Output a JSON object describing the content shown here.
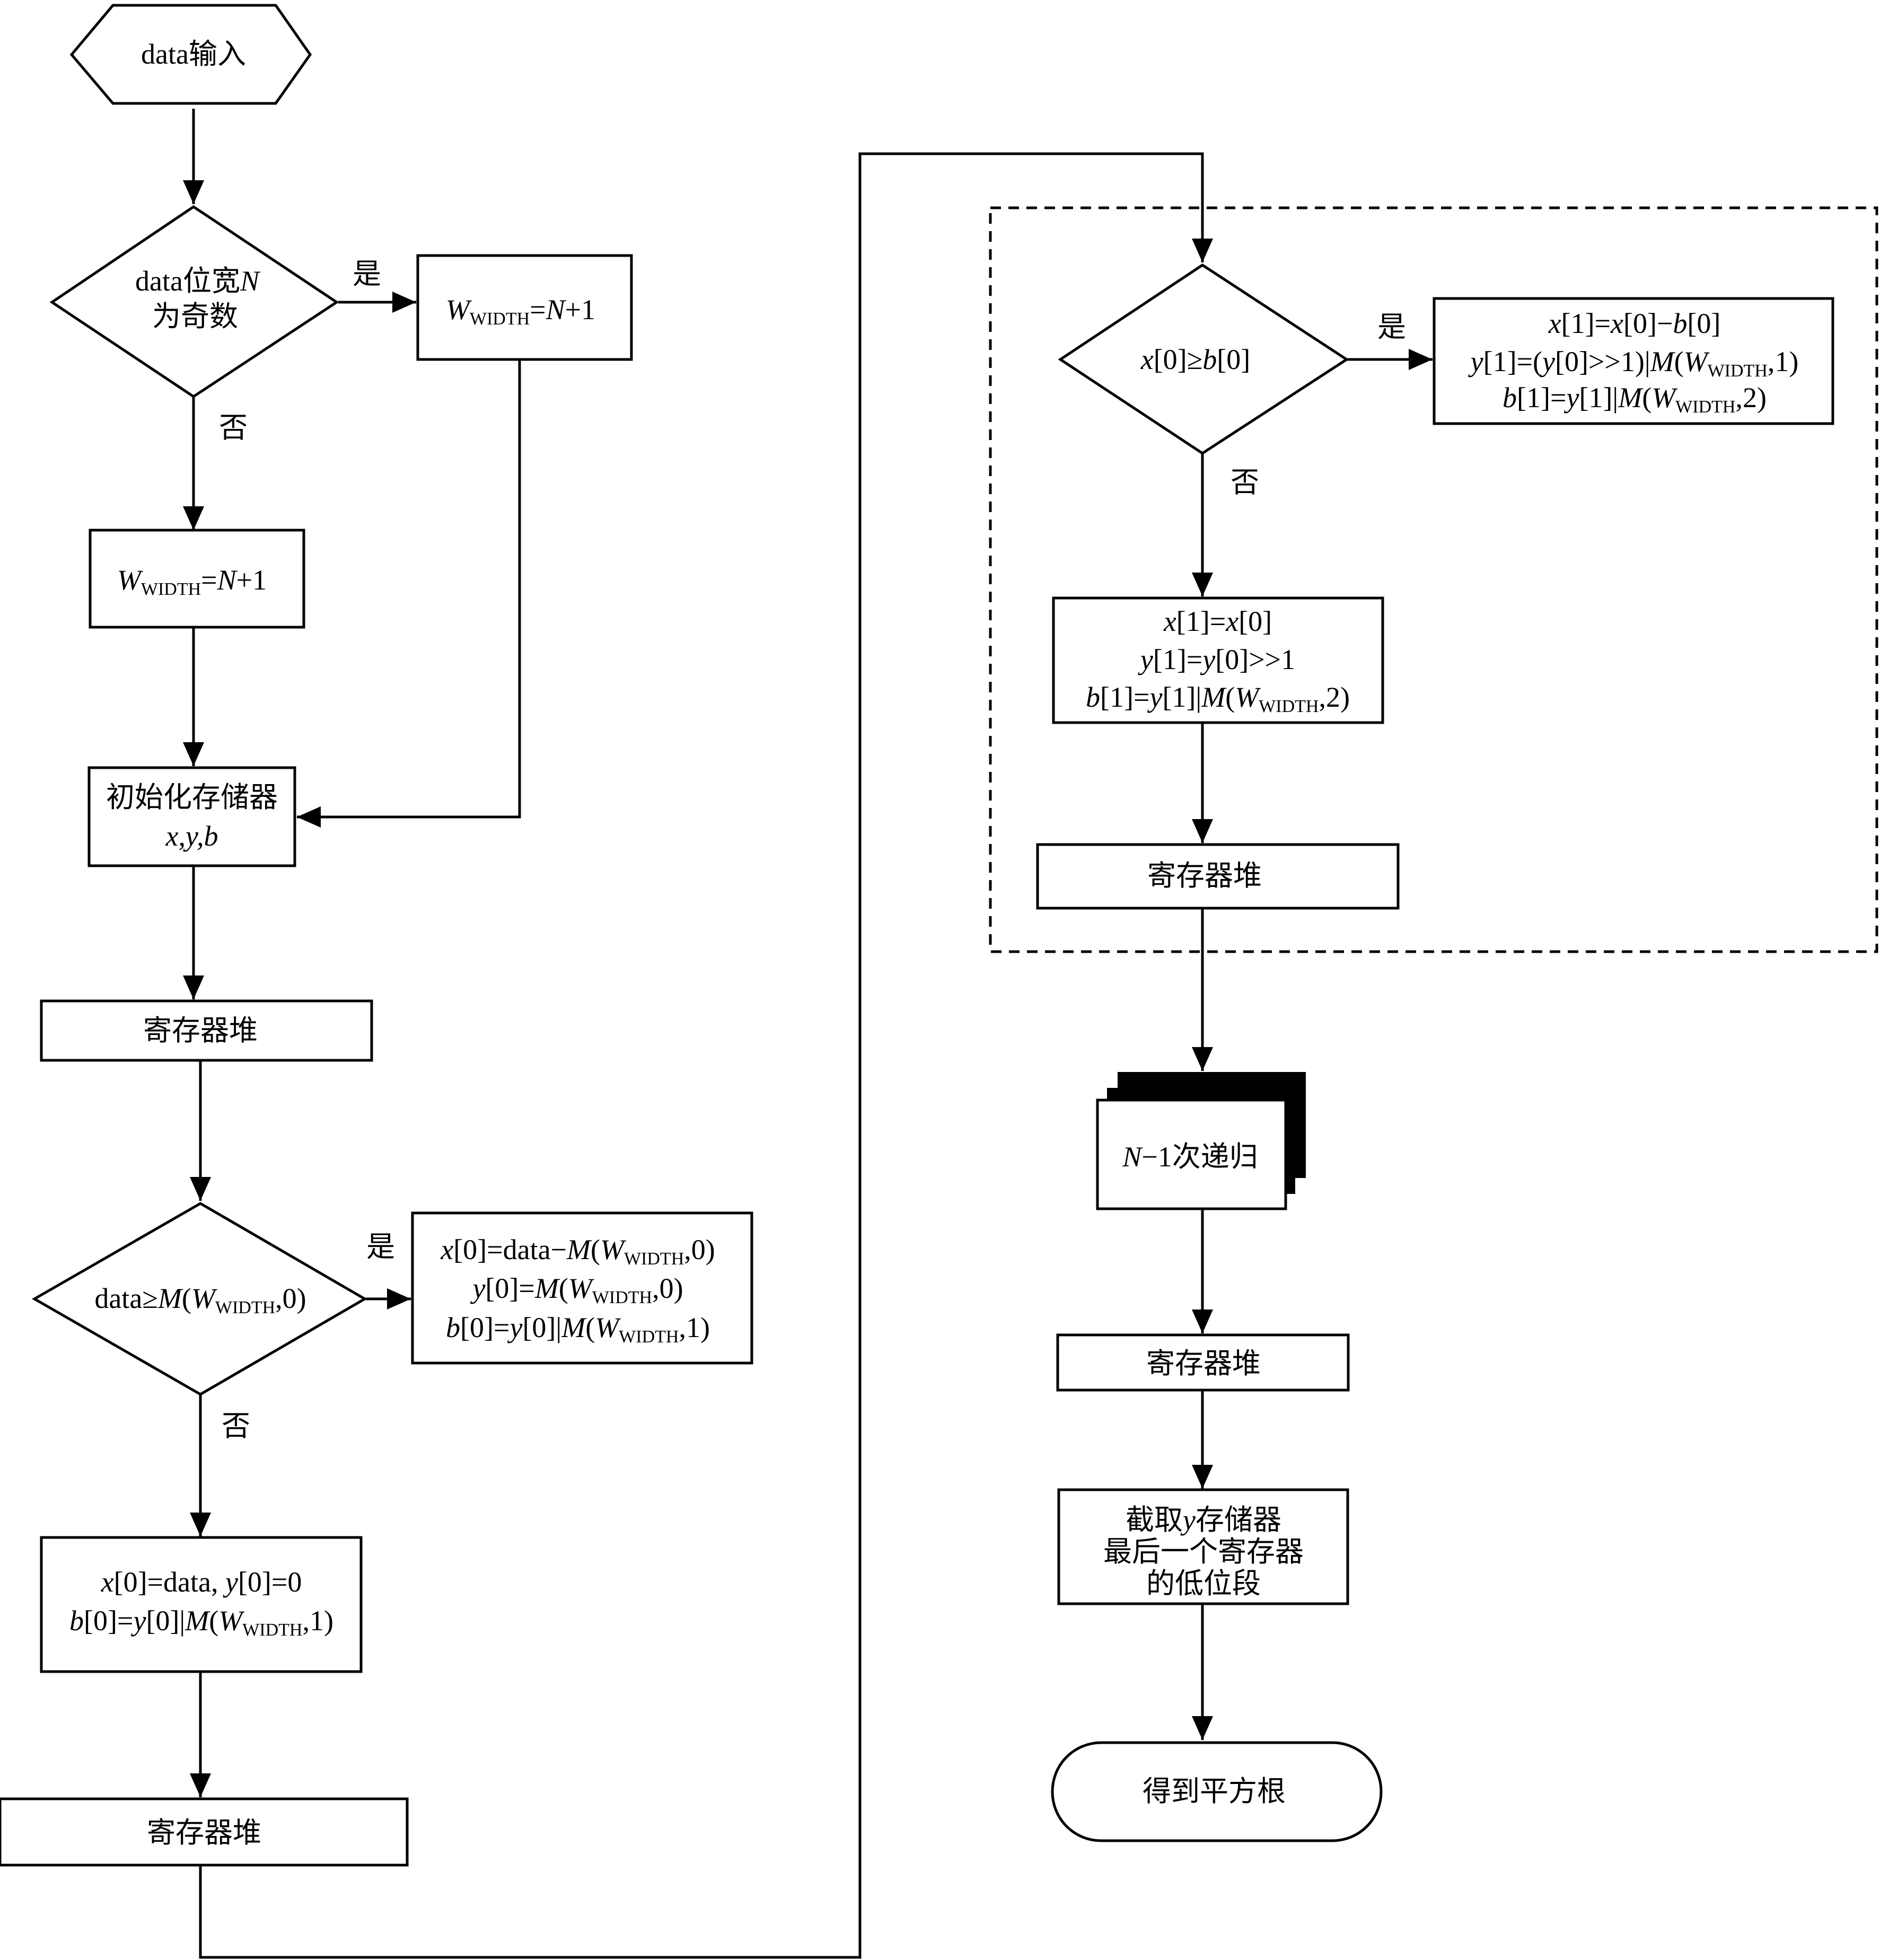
{
  "nodes": {
    "start": "data输入",
    "cond_odd": {
      "pre": "data位宽",
      "var": "N",
      "line2": "为奇数"
    },
    "w_yes": {
      "w": "W",
      "sub": "WIDTH",
      "eq": "=",
      "n": "N",
      "rest": "+1"
    },
    "w_no": {
      "w": "W",
      "sub": "WIDTH",
      "eq": "=",
      "n": "N",
      "rest": "+1"
    },
    "init": {
      "line1": "初始化存储器",
      "line2": "x,y,b"
    },
    "reg1": "寄存器堆",
    "cond_data": {
      "pre": "data≥",
      "m": "M",
      "open": "(",
      "w": "W",
      "sub": "WIDTH",
      "post": ",0)"
    },
    "yes_data": {
      "l1": {
        "a": "x",
        "b": "[0]=data−",
        "m": "M",
        "c": "(",
        "w": "W",
        "sub": "WIDTH",
        "d": ",0)"
      },
      "l2": {
        "a": "y",
        "b": "[0]=",
        "m": "M",
        "c": "(",
        "w": "W",
        "sub": "WIDTH",
        "d": ",0)"
      },
      "l3": {
        "a": "b",
        "b": "[0]=",
        "y": "y",
        "c": "[0]|",
        "m": "M",
        "e": "(",
        "w": "W",
        "sub": "WIDTH",
        "d": ",1)"
      }
    },
    "no_data": {
      "l1": {
        "a": "x",
        "b": "[0]=data, ",
        "y": "y",
        "c": "[0]=0"
      },
      "l2": {
        "a": "b",
        "b": "[0]=",
        "y": "y",
        "c": "[0]|",
        "m": "M",
        "e": "(",
        "w": "W",
        "sub": "WIDTH",
        "d": ",1)"
      }
    },
    "reg2": "寄存器堆",
    "cond_x": {
      "x": "x",
      "mid": "[0]≥",
      "b": "b",
      "end": "[0]"
    },
    "yes_x": {
      "l1": {
        "x": "x",
        "a": "[1]=",
        "x2": "x",
        "b": "[0]−",
        "bb": "b",
        "c": "[0]"
      },
      "l2": {
        "y": "y",
        "a": "[1]=(",
        "y2": "y",
        "b": "[0]>>1)|",
        "m": "M",
        "e": "(",
        "w": "W",
        "sub": "WIDTH",
        "d": ",1)"
      },
      "l3": {
        "bb": "b",
        "a": "[1]=",
        "y": "y",
        "c": "[1]|",
        "m": "M",
        "e": "(",
        "w": "W",
        "sub": "WIDTH",
        "d": ",2)"
      }
    },
    "no_x": {
      "l1": {
        "x": "x",
        "a": "[1]=",
        "x2": "x",
        "b": "[0]"
      },
      "l2": {
        "y": "y",
        "a": "[1]=",
        "y2": "y",
        "b": "[0]>>1"
      },
      "l3": {
        "bb": "b",
        "a": "[1]=",
        "y": "y",
        "c": "[1]|",
        "m": "M",
        "e": "(",
        "w": "W",
        "sub": "WIDTH",
        "d": ",2)"
      }
    },
    "reg3": "寄存器堆",
    "recursion": {
      "n": "N",
      "rest": "−1次递归"
    },
    "reg4": "寄存器堆",
    "truncate": {
      "l1a": "截取",
      "l1y": "y",
      "l1b": "存储器",
      "l2": "最后一个寄存器",
      "l3": "的低位段"
    },
    "end": "得到平方根"
  },
  "labels": {
    "yes": "是",
    "no": "否"
  }
}
